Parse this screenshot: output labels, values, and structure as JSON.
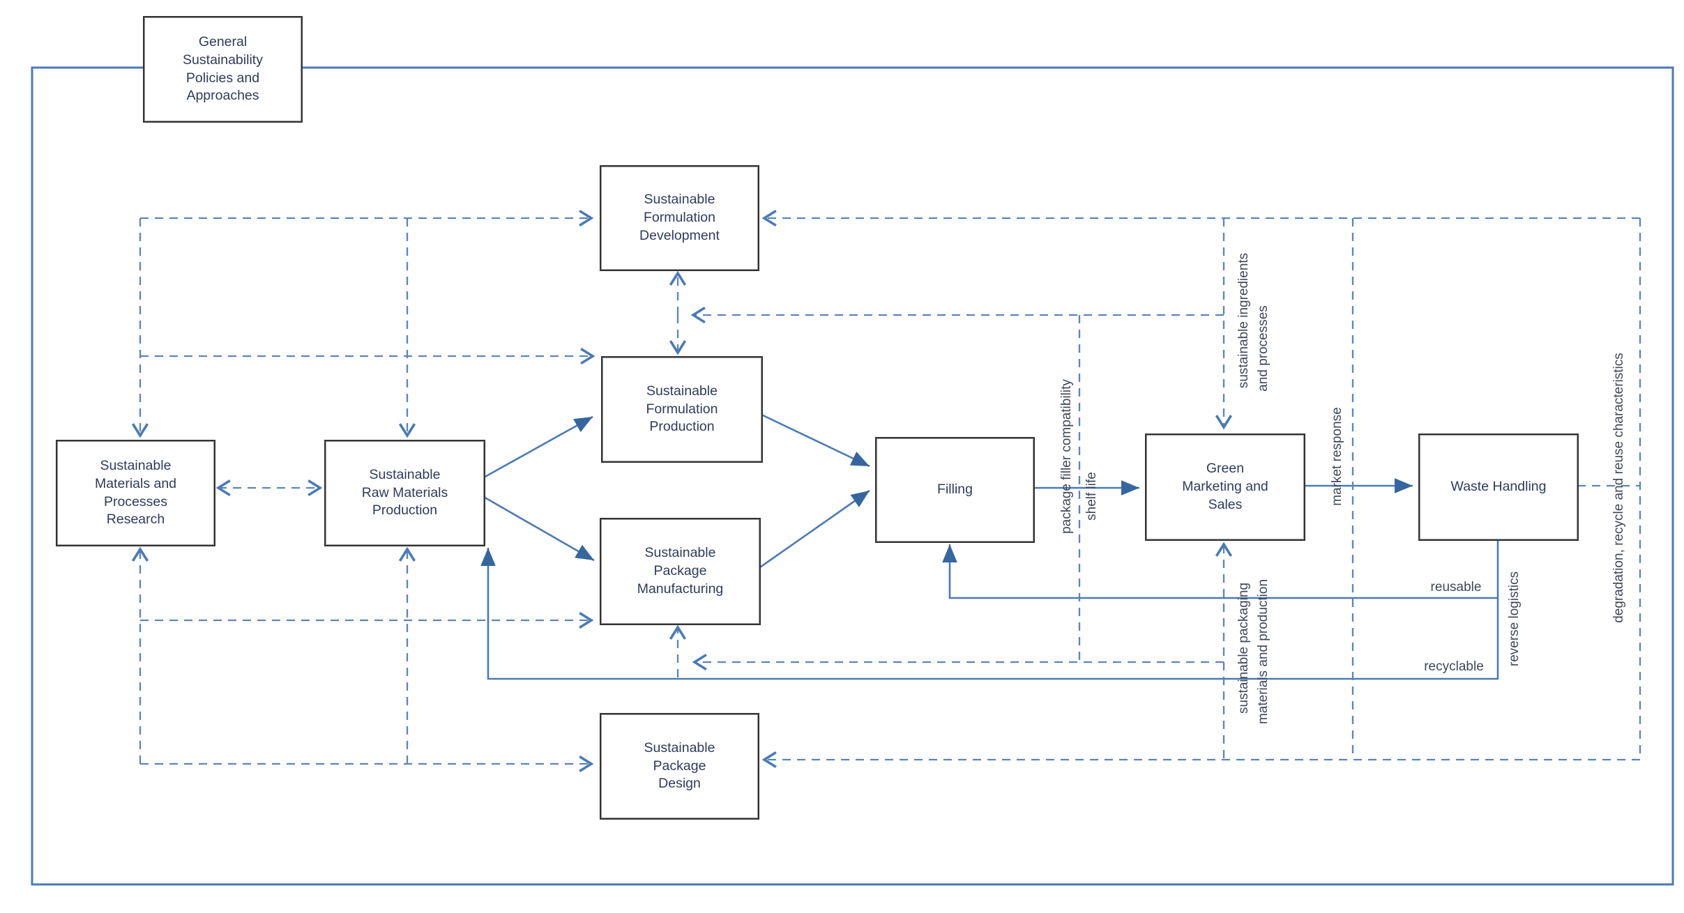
{
  "diagram": {
    "title": "Sustainable production flowchart",
    "colors": {
      "solid_line": "#4a7ab5",
      "dashed_line": "#5b84bd",
      "arrowhead_fill": "#35669f",
      "box_border": "#333333",
      "node_text": "#2d3c5c",
      "label_text": "#3f4759",
      "outer_border": "#4a7ab5"
    },
    "nodes": {
      "general": {
        "label": "General\nSustainability\nPolicies and\nApproaches"
      },
      "formulation_development": {
        "label": "Sustainable\nFormulation\nDevelopment"
      },
      "formulation_production": {
        "label": "Sustainable\nFormulation\nProduction"
      },
      "materials_research": {
        "label": "Sustainable\nMaterials and\nProcesses\nResearch"
      },
      "raw_materials": {
        "label": "Sustainable\nRaw Materials\nProduction"
      },
      "package_manufacturing": {
        "label": "Sustainable\nPackage\nManufacturing"
      },
      "filling": {
        "label": "Filling"
      },
      "green_marketing": {
        "label": "Green\nMarketing and\nSales"
      },
      "waste_handling": {
        "label": "Waste Handling"
      },
      "package_design": {
        "label": "Sustainable\nPackage\nDesign"
      }
    },
    "edge_labels": {
      "package_filler_compatibility": "package filler compatibility",
      "shelf_life": "shelf life",
      "sustainable_ingredients": "sustainable ingredients",
      "and_processes": "and processes",
      "market_response": "market response",
      "sustainable_packaging": "sustainable packaging",
      "materials_and_production": "materials and production",
      "reusable": "reusable",
      "recyclable": "recyclable",
      "reverse_logistics": "reverse logistics",
      "degradation": "degradation, recycle and reuse characteristics"
    }
  }
}
